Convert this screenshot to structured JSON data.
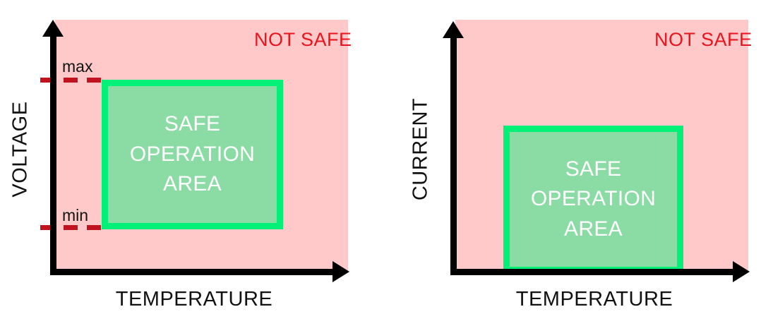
{
  "figure": {
    "title": "",
    "panel_count": 2,
    "colors": {
      "unsafe_fill": "#ffc9c9",
      "safe_fill": "#8bdca4",
      "safe_border": "#00f078",
      "axis": "#000000",
      "threshold": "#c1121f",
      "not_safe_text": "#e8141e",
      "safe_text": "#ffffff"
    }
  },
  "chart_data": {
    "type": "diagram",
    "title": "Safe Operation Area diagrams",
    "panels": [
      {
        "id": "voltage",
        "xlabel": "TEMPERATURE",
        "ylabel": "VOLTAGE",
        "region_unsafe_label": "NOT SAFE",
        "region_safe_label": [
          "SAFE",
          "OPERATION",
          "AREA"
        ],
        "thresholds": [
          {
            "name": "max",
            "label": "max",
            "axis": "y",
            "style": "dashed"
          },
          {
            "name": "min",
            "label": "min",
            "axis": "y",
            "style": "dashed"
          }
        ],
        "safe_box": {
          "x_start": 0.16,
          "x_end": 0.78,
          "y_start": 0.17,
          "y_end": 0.76
        },
        "grid": false,
        "legend": "none"
      },
      {
        "id": "current",
        "xlabel": "TEMPERATURE",
        "ylabel": "CURRENT",
        "region_unsafe_label": "NOT SAFE",
        "region_safe_label": [
          "SAFE",
          "OPERATION",
          "AREA"
        ],
        "thresholds": [],
        "safe_box": {
          "x_start": 0.17,
          "x_end": 0.78,
          "y_start": 0.0,
          "y_end": 0.58
        },
        "grid": false,
        "legend": "none"
      }
    ]
  },
  "panels": {
    "voltage": {
      "ylabel": "VOLTAGE",
      "xlabel": "TEMPERATURE",
      "not_safe": "NOT SAFE",
      "safe_line_1": "SAFE",
      "safe_line_2": "OPERATION",
      "safe_line_3": "AREA",
      "threshold_max": "max",
      "threshold_min": "min"
    },
    "current": {
      "ylabel": "CURRENT",
      "xlabel": "TEMPERATURE",
      "not_safe": "NOT SAFE",
      "safe_line_1": "SAFE",
      "safe_line_2": "OPERATION",
      "safe_line_3": "AREA"
    }
  }
}
